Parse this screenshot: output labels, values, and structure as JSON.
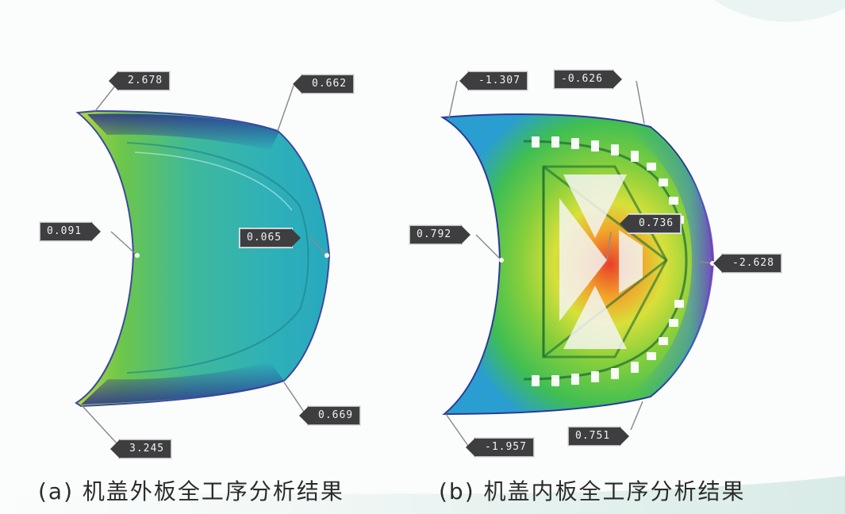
{
  "figure": {
    "panel_a": {
      "caption": "(a) 机盖外板全工序分析结果",
      "labels": {
        "top_left": "2.678",
        "top_right": "0.662",
        "mid_left": "0.091",
        "mid_right": "0.065",
        "bottom_right": "0.669",
        "bottom_left": "3.245"
      }
    },
    "panel_b": {
      "caption": "(b) 机盖内板全工序分析结果",
      "labels": {
        "top_left": "-1.307",
        "top_right": "-0.626",
        "mid_left": "0.792",
        "center": "0.736",
        "mid_right": "-2.628",
        "bottom_left": "-1.957",
        "bottom_right": "0.751"
      }
    }
  }
}
